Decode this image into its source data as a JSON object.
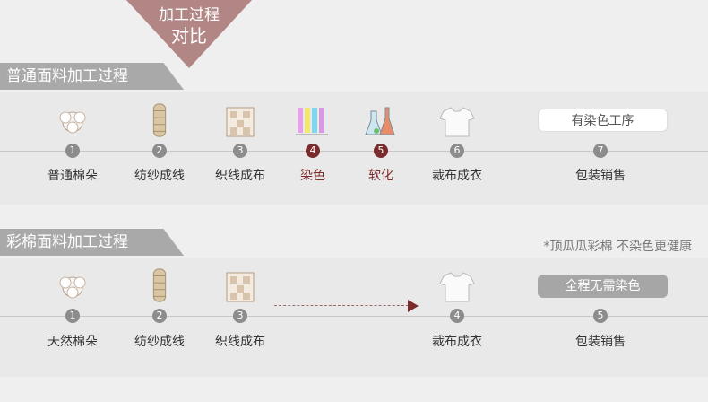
{
  "banner": {
    "line1": "加工过程",
    "line2": "对比"
  },
  "section_a": {
    "title": "普通面料加工过程",
    "dye_pill": "有染色工序",
    "steps": [
      {
        "n": "1",
        "label": "普通棉朵"
      },
      {
        "n": "2",
        "label": "纺纱成线"
      },
      {
        "n": "3",
        "label": "织线成布"
      },
      {
        "n": "4",
        "label": "染色"
      },
      {
        "n": "5",
        "label": "软化"
      },
      {
        "n": "6",
        "label": "裁布成衣"
      },
      {
        "n": "7",
        "label": "包装销售"
      }
    ]
  },
  "section_b": {
    "title": "彩棉面料加工过程",
    "note": "*顶瓜瓜彩棉 不染色更健康",
    "dye_pill": "全程无需染色",
    "steps": [
      {
        "n": "1",
        "label": "天然棉朵"
      },
      {
        "n": "2",
        "label": "纺纱成线"
      },
      {
        "n": "3",
        "label": "织线成布"
      },
      {
        "n": "4",
        "label": "裁布成衣"
      },
      {
        "n": "5",
        "label": "包装销售"
      }
    ]
  },
  "colors": {
    "accent": "#7a2b2b",
    "banner": "#b38686",
    "ribbon": "#a9a9a9"
  },
  "icons": [
    "cotton-boll-icon",
    "yarn-spool-icon",
    "woven-cloth-icon",
    "dye-tubes-icon",
    "flask-icon",
    "tshirt-icon"
  ]
}
